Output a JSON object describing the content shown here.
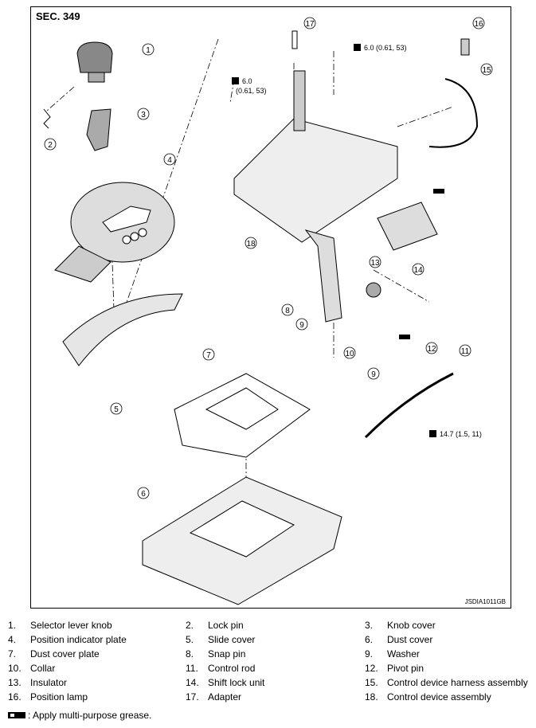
{
  "section_label": "SEC. 349",
  "figure_id": "JSDIA1011GB",
  "torque_values": {
    "t1": "6.0 (0.61, 53)",
    "t2_line1": "6.0",
    "t2_line2": "(0.61, 53)",
    "t3": "14.7 (1.5, 11)"
  },
  "callout_numbers": [
    "1",
    "2",
    "3",
    "4",
    "5",
    "6",
    "7",
    "8",
    "9",
    "9",
    "10",
    "11",
    "12",
    "13",
    "14",
    "15",
    "16",
    "17",
    "18"
  ],
  "parts": [
    {
      "num": "1.",
      "name": "Selector lever knob"
    },
    {
      "num": "2.",
      "name": "Lock pin"
    },
    {
      "num": "3.",
      "name": "Knob cover"
    },
    {
      "num": "4.",
      "name": "Position indicator plate"
    },
    {
      "num": "5.",
      "name": "Slide cover"
    },
    {
      "num": "6.",
      "name": "Dust cover"
    },
    {
      "num": "7.",
      "name": "Dust cover plate"
    },
    {
      "num": "8.",
      "name": "Snap pin"
    },
    {
      "num": "9.",
      "name": "Washer"
    },
    {
      "num": "10.",
      "name": "Collar"
    },
    {
      "num": "11.",
      "name": "Control rod"
    },
    {
      "num": "12.",
      "name": "Pivot pin"
    },
    {
      "num": "13.",
      "name": "Insulator"
    },
    {
      "num": "14.",
      "name": "Shift lock unit"
    },
    {
      "num": "15.",
      "name": "Control device harness assembly"
    },
    {
      "num": "16.",
      "name": "Position lamp"
    },
    {
      "num": "17.",
      "name": "Adapter"
    },
    {
      "num": "18.",
      "name": "Control device assembly"
    }
  ],
  "grease_note": ": Apply multi-purpose grease."
}
